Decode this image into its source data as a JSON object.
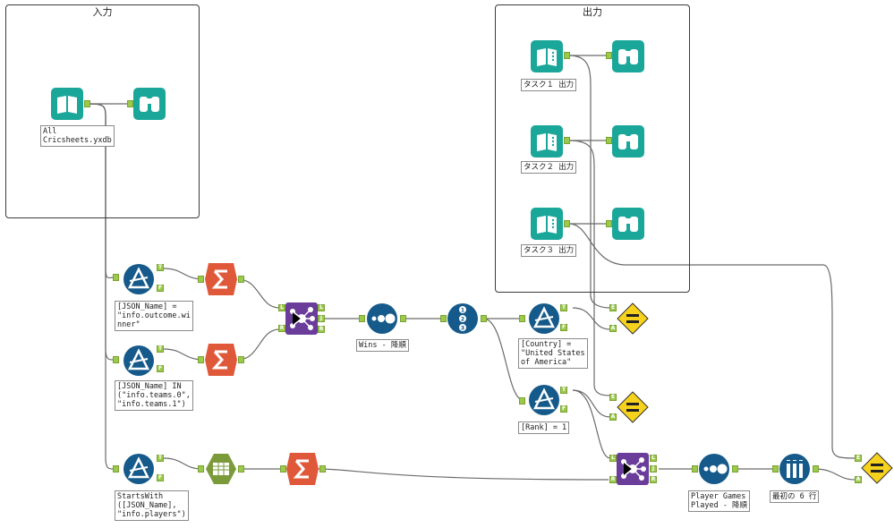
{
  "containers": {
    "input_title": "入力",
    "output_title": "出力"
  },
  "captions": {
    "input_file": "All\nCricsheets.yxdb",
    "out1": "タスク１ 出力",
    "out2": "タスク２ 出力",
    "out3": "タスク３ 出力",
    "filter1": "[JSON_Name] =\n\"info.outcome.wi\nnner\"",
    "filter2": "[JSON_Name] IN\n(\"info.teams.0\",\n\"info.teams.1\")",
    "filter3": "StartsWith\n([JSON_Name],\n\"info.players\")",
    "sort1": "Wins - 降順",
    "filter4": "[Country] =\n\"United States\nof America\"",
    "filter5": "[Rank] = 1",
    "sort2": "Player Games\nPlayed - 降順",
    "sample": "最初の 6 行"
  },
  "anchors": {
    "true": "T",
    "false": "F",
    "left": "L",
    "join": "J",
    "right": "R",
    "expected": "E",
    "actual": "A"
  },
  "colors": {
    "input_teal": "#1aa79a",
    "filter_blue": "#155a8a",
    "summarize_orange": "#e0583a",
    "join_purple": "#6a3d9a",
    "text_to_columns_green": "#7b9a3a",
    "test_yellow": "#f7d21c",
    "anchor_green": "#9bc94a"
  }
}
